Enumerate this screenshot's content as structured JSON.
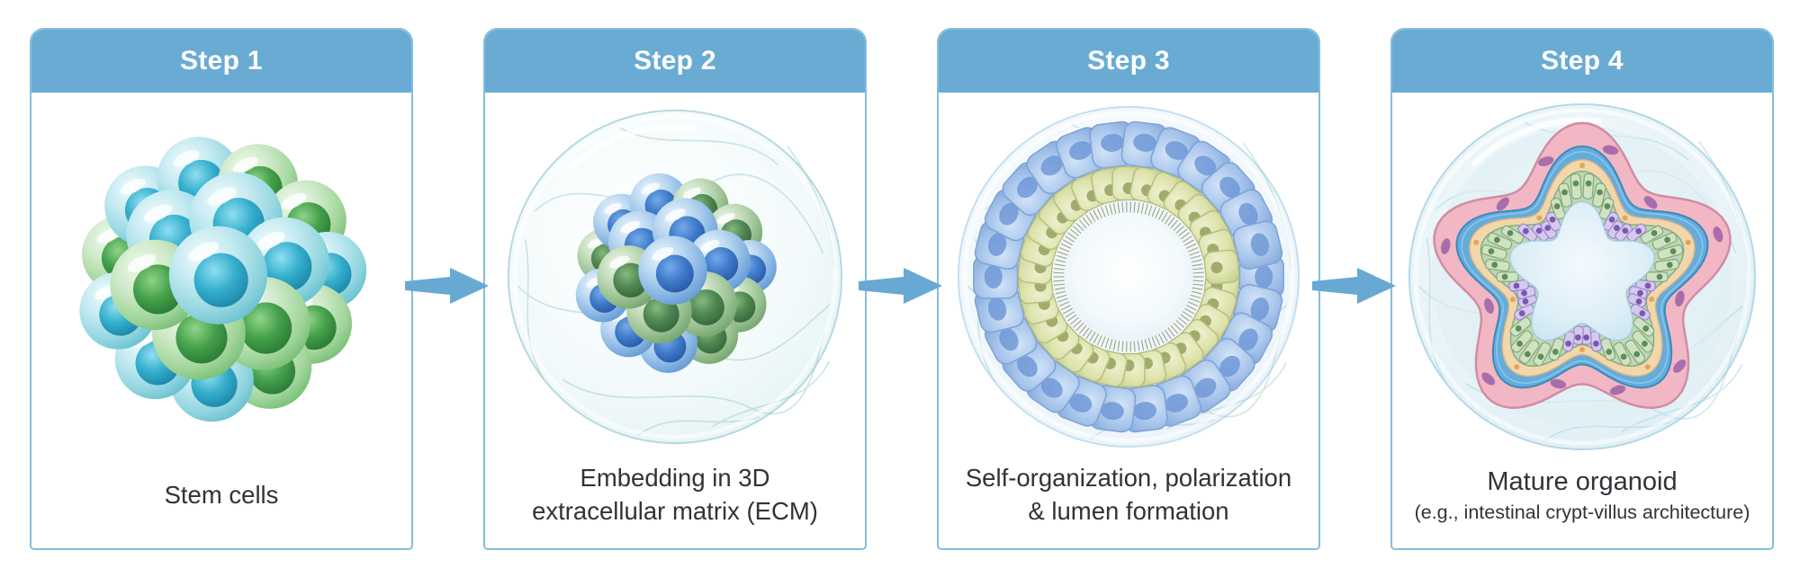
{
  "colors": {
    "header_bg": "#69abd3",
    "header_text": "#ffffff",
    "card_border": "#85bede",
    "arrow": "#67a9d2",
    "caption_text": "#303338"
  },
  "steps": [
    {
      "label": "Step 1",
      "caption_line1": "Stem cells",
      "illustration": "cluster of glossy teal and green stem cell spheres"
    },
    {
      "label": "Step 2",
      "caption_line1": "Embedding in 3D",
      "caption_line2": "extracellular matrix (ECM)",
      "illustration": "cell cluster embedded inside translucent extracellular matrix sphere with fibers"
    },
    {
      "label": "Step 3",
      "caption_line1": "Self-organization, polarization",
      "caption_line2": "& lumen formation",
      "illustration": "polarized epithelial cyst: outer blue cell ring, inner yellow-green cell ring with brush border around central lumen"
    },
    {
      "label": "Step 4",
      "caption_line1": "Mature organoid",
      "caption_line2": "(e.g., intestinal crypt-villus architecture)",
      "illustration": "mature organoid cross-section with star-shaped lumen, pink stromal layer, blue muscle band and crypt-villus epithelium"
    }
  ],
  "arrow_icon": "right-arrow"
}
